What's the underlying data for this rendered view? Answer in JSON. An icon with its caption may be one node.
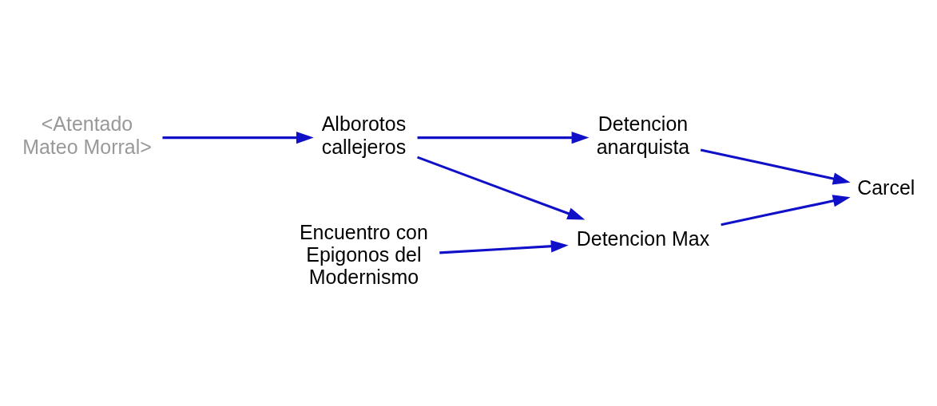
{
  "diagram": {
    "nodes": [
      {
        "text": [
          "<Atentado Mateo Morral>"
        ]
      },
      {
        "text": [
          "Alborotos callejeros"
        ]
      },
      {
        "text": [
          "Detencion anarquista"
        ]
      },
      {
        "text": [
          "Carcel"
        ]
      },
      {
        "text": [
          "Detencion Max"
        ]
      },
      {
        "text": [
          "Encuentro con Epigonos del Modernismo"
        ]
      }
    ],
    "edges": [
      {
        "from": 0,
        "to": 1,
        "arrow": "to"
      },
      {
        "from": 1,
        "to": 2,
        "arrow": "to"
      },
      {
        "from": 2,
        "to": 3,
        "arrow": "to"
      },
      {
        "from": 1,
        "to": 4,
        "arrow": "to"
      },
      {
        "from": 5,
        "to": 4,
        "arrow": "to"
      },
      {
        "from": 4,
        "to": 3,
        "arrow": "to"
      }
    ]
  }
}
